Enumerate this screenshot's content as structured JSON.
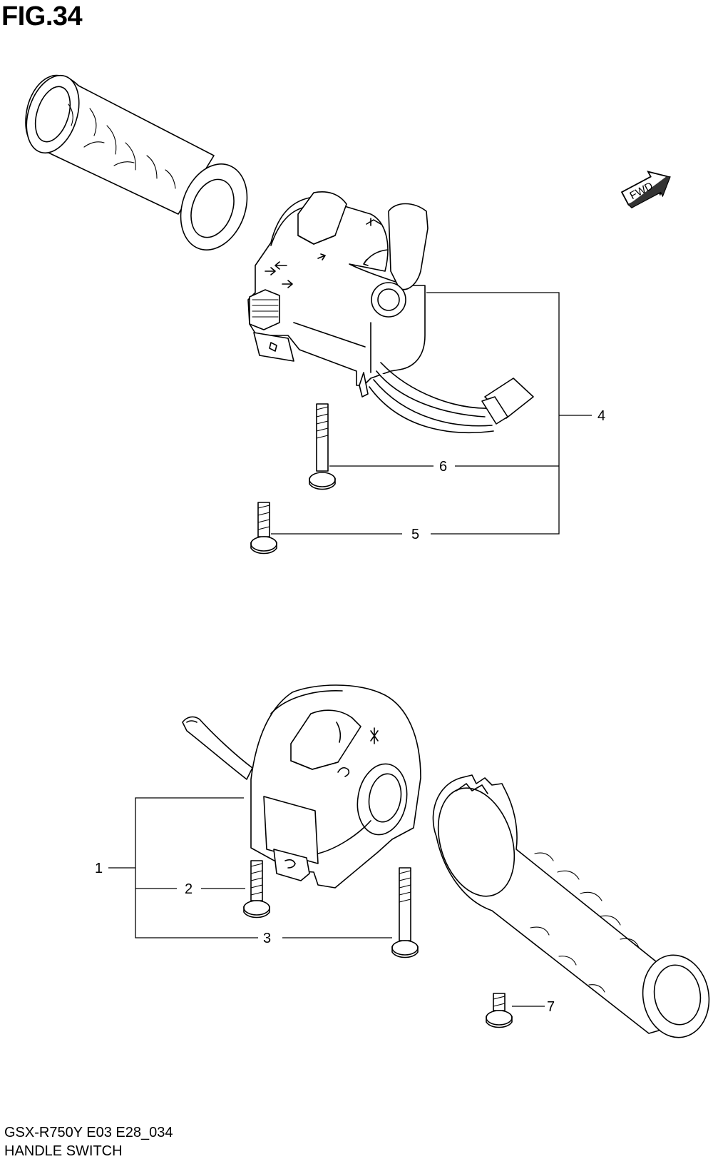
{
  "figure": {
    "title": "FIG.34",
    "model_code": "GSX-R750Y E03 E28_034",
    "name": "HANDLE SWITCH",
    "direction_badge": "FWD"
  },
  "callouts": [
    {
      "id": "1",
      "label": "1"
    },
    {
      "id": "2",
      "label": "2"
    },
    {
      "id": "3",
      "label": "3"
    },
    {
      "id": "4",
      "label": "4"
    },
    {
      "id": "5",
      "label": "5"
    },
    {
      "id": "6",
      "label": "6"
    },
    {
      "id": "7",
      "label": "7"
    }
  ]
}
